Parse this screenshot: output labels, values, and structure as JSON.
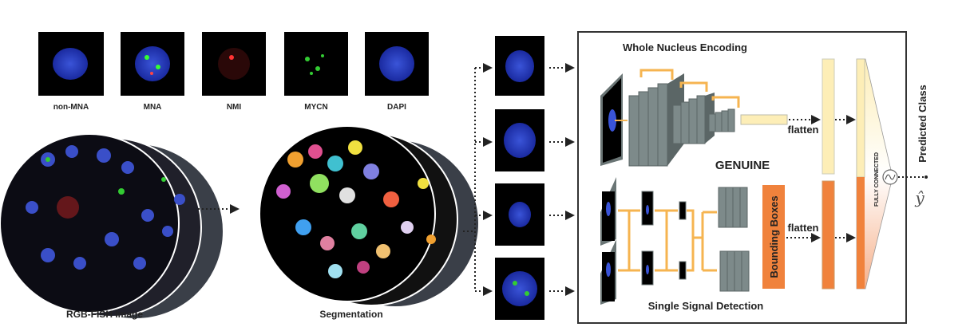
{
  "thumbnails": [
    {
      "label": "non-MNA"
    },
    {
      "label": "MNA"
    },
    {
      "label": "NMI"
    },
    {
      "label": "MYCN"
    },
    {
      "label": "DAPI"
    }
  ],
  "rgb_label": "RGB-FISH Image",
  "seg_label": "Segmentation",
  "panel": {
    "top_title": "Whole Nucleus Encoding",
    "center_title": "GENUINE",
    "bottom_title": "Single Signal Detection",
    "flatten_top": "flatten",
    "flatten_bottom": "flatten",
    "bounding_boxes": "Bounding Boxes",
    "fully_connected": "FULLY CONNECTED",
    "predicted_class": "Predicted Class",
    "y_hat": "ŷ"
  },
  "colors": {
    "orange": "#f0823c",
    "cream": "#fdeeb7",
    "arrow": "#f6b450",
    "block": "#7d8a8a"
  }
}
